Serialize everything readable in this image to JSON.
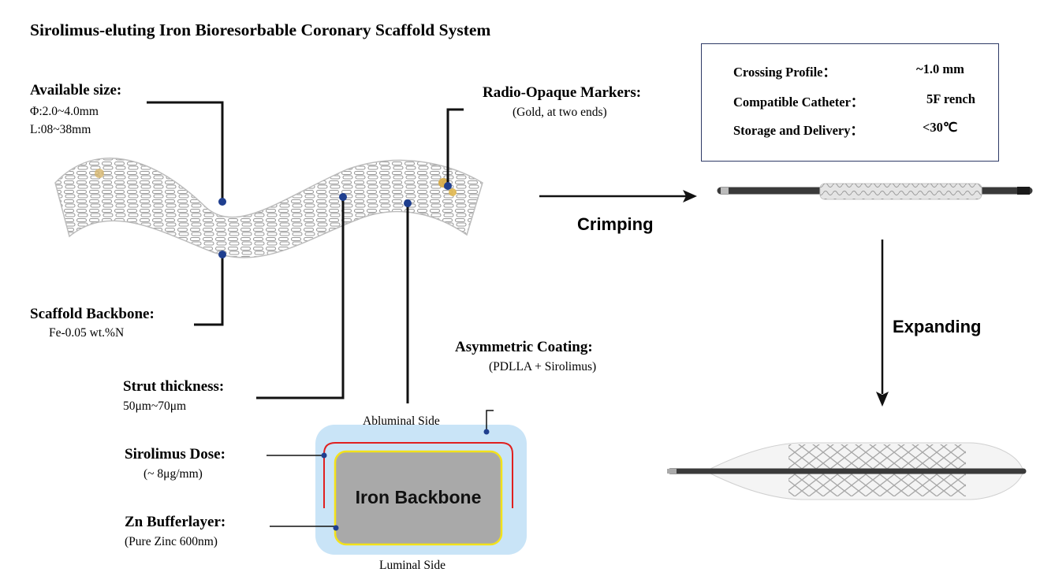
{
  "title": "Sirolimus-eluting Iron Bioresorbable Coronary Scaffold System",
  "labels": {
    "available_size": {
      "heading": "Available size:",
      "line1": "Φ:2.0~4.0mm",
      "line2": "L:08~38mm"
    },
    "radio_opaque": {
      "heading": "Radio-Opaque Markers:",
      "detail": "(Gold, at two ends)"
    },
    "scaffold_backbone": {
      "heading": "Scaffold Backbone:",
      "detail": "Fe-0.05 wt.%N"
    },
    "strut_thickness": {
      "heading": "Strut thickness:",
      "detail": "50μm~70μm"
    },
    "asymmetric_coating": {
      "heading": "Asymmetric Coating:",
      "detail": "(PDLLA + Sirolimus)"
    },
    "sirolimus_dose": {
      "heading": "Sirolimus Dose:",
      "detail": "(~ 8μg/mm)"
    },
    "zn_bufferlayer": {
      "heading": "Zn Bufferlayer:",
      "detail": "(Pure Zinc 600nm)"
    }
  },
  "cross_section": {
    "abluminal": "Abluminal Side",
    "luminal": "Luminal Side",
    "backbone": "Iron Backbone"
  },
  "specs": [
    {
      "label": "Crossing Profile：",
      "value": "~1.0 mm"
    },
    {
      "label": "Compatible Catheter：",
      "value": "5F rench"
    },
    {
      "label": "Storage and Delivery：",
      "value": "<30℃"
    }
  ],
  "process": {
    "crimping": "Crimping",
    "expanding": "Expanding"
  },
  "colors": {
    "dot": "#1f3f8f",
    "coating": "#c9e4f7",
    "red_line": "#e02020",
    "yellow_line": "#f3e21a",
    "backbone": "#a9a9a9",
    "box_border": "#2e3a66"
  }
}
